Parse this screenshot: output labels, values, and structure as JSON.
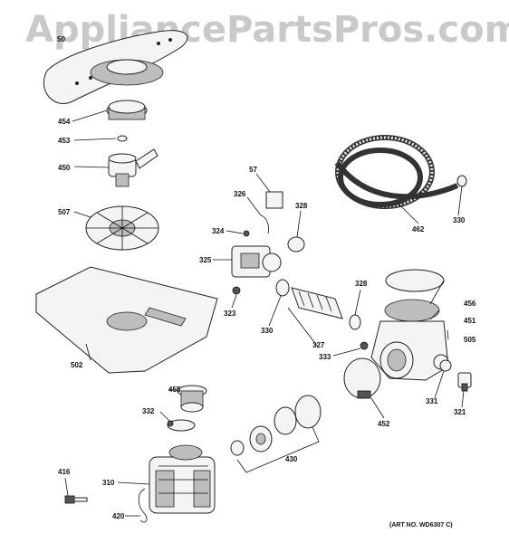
{
  "watermark": "AppliancePartsPros.com",
  "art_number": "(ART NO. WD6307 C)",
  "callouts": [
    "50",
    "454",
    "453",
    "450",
    "507",
    "57",
    "326",
    "324",
    "328",
    "325",
    "323",
    "330",
    "502",
    "462",
    "330",
    "328",
    "456",
    "451",
    "327",
    "333",
    "505",
    "455",
    "332",
    "331",
    "321",
    "452",
    "430",
    "416",
    "310",
    "420"
  ]
}
